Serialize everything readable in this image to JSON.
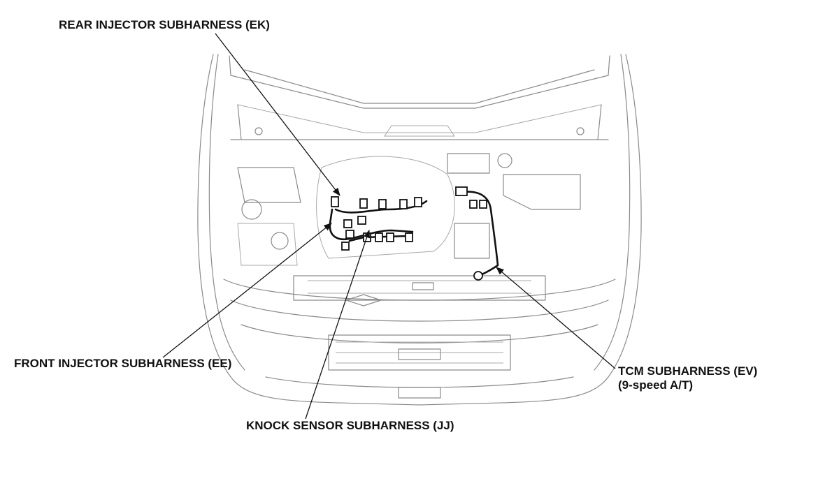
{
  "labels": {
    "rear_injector": "REAR INJECTOR SUBHARNESS (EK)",
    "front_injector": "FRONT INJECTOR SUBHARNESS (EE)",
    "knock_sensor": "KNOCK SENSOR SUBHARNESS (JJ)",
    "tcm_line1": "TCM SUBHARNESS (EV)",
    "tcm_line2": "(9-speed A/T)"
  }
}
